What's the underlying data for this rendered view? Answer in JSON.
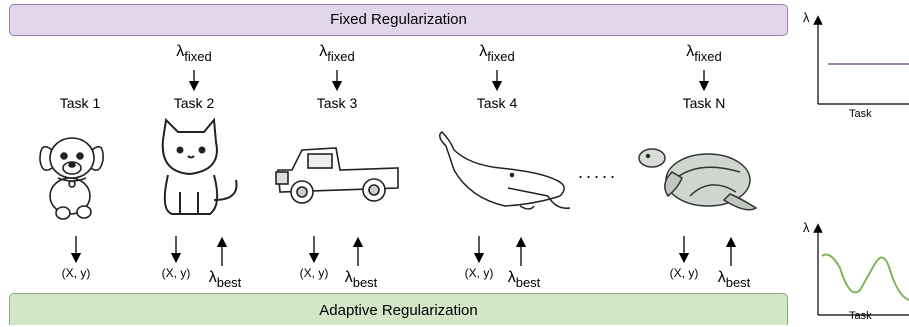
{
  "banners": {
    "fixed": "Fixed Regularization",
    "adaptive": "Adaptive Regularization"
  },
  "lambda": {
    "symbol": "λ",
    "fixed_sub": "fixed",
    "best_sub": "best"
  },
  "tasks": [
    "Task 1",
    "Task 2",
    "Task 3",
    "Task 4",
    "Task N"
  ],
  "task_icons": [
    "puppy-icon",
    "cat-icon",
    "pickup-truck-icon",
    "whale-icon",
    "sea-turtle-icon"
  ],
  "data_label": "(X, y)",
  "ellipsis": ".....",
  "plots": {
    "fixed": {
      "ylabel": "λ",
      "xlabel": "Task",
      "line_color": "#9c7fb5"
    },
    "adaptive": {
      "ylabel": "λ",
      "xlabel": "Task",
      "line_color": "#7fb55e"
    }
  },
  "colors": {
    "fixed_fill": "#e2d6ec",
    "fixed_border": "#9c7fb5",
    "adaptive_fill": "#d3e7c8",
    "adaptive_border": "#84b16c"
  }
}
